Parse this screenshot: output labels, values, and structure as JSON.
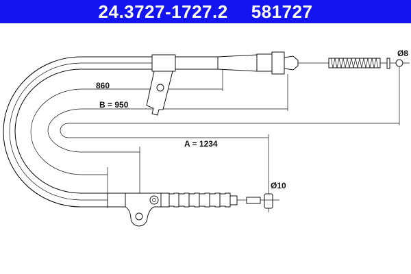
{
  "header": {
    "article_number": "24.3727-1727.2",
    "ref_number": "581727",
    "background_color": "#1414f0"
  },
  "dimensions": {
    "d1": "860",
    "b": "B = 950",
    "a": "A = 1234",
    "end_top_diameter": "Ø8",
    "end_bottom_diameter": "Ø10"
  }
}
